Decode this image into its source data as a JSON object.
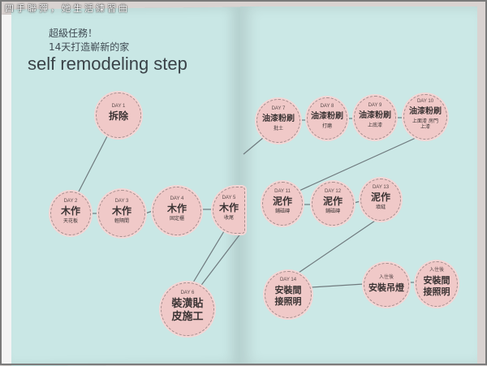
{
  "watermark": "四手聯彈，她生活練習曲",
  "heading": {
    "line1": "超級任務！",
    "line2": "14天打造嶄新的家",
    "line3": "self remodeling step"
  },
  "steps": [
    {
      "day": "DAY 1",
      "title": "拆除",
      "sub": ""
    },
    {
      "day": "DAY 2",
      "title": "木作",
      "sub": "天花板"
    },
    {
      "day": "DAY 3",
      "title": "木作",
      "sub": "輕隔間"
    },
    {
      "day": "DAY 4",
      "title": "木作",
      "sub": "固定櫃"
    },
    {
      "day": "DAY 5",
      "title": "木作",
      "sub": "收尾"
    },
    {
      "day": "DAY 6",
      "title": "裝潢貼皮施工",
      "sub": ""
    },
    {
      "day": "DAY 7",
      "title": "油漆粉刷",
      "sub": "批土"
    },
    {
      "day": "DAY 8",
      "title": "油漆粉刷",
      "sub": "打磨"
    },
    {
      "day": "DAY 9",
      "title": "油漆粉刷",
      "sub": "上底漆"
    },
    {
      "day": "DAY 10",
      "title": "油漆粉刷",
      "sub": "上面漆 房門上漆"
    },
    {
      "day": "DAY 11",
      "title": "泥作",
      "sub": "鋪磁磚"
    },
    {
      "day": "DAY 12",
      "title": "泥作",
      "sub": "鋪磁磚"
    },
    {
      "day": "DAY 13",
      "title": "泥作",
      "sub": "填縫"
    },
    {
      "day": "DAY 14",
      "title": "安裝間接照明",
      "sub": ""
    },
    {
      "day": "入住後",
      "title": "安裝吊燈",
      "sub": ""
    },
    {
      "day": "入住後",
      "title": "安裝間接照明",
      "sub": ""
    }
  ]
}
